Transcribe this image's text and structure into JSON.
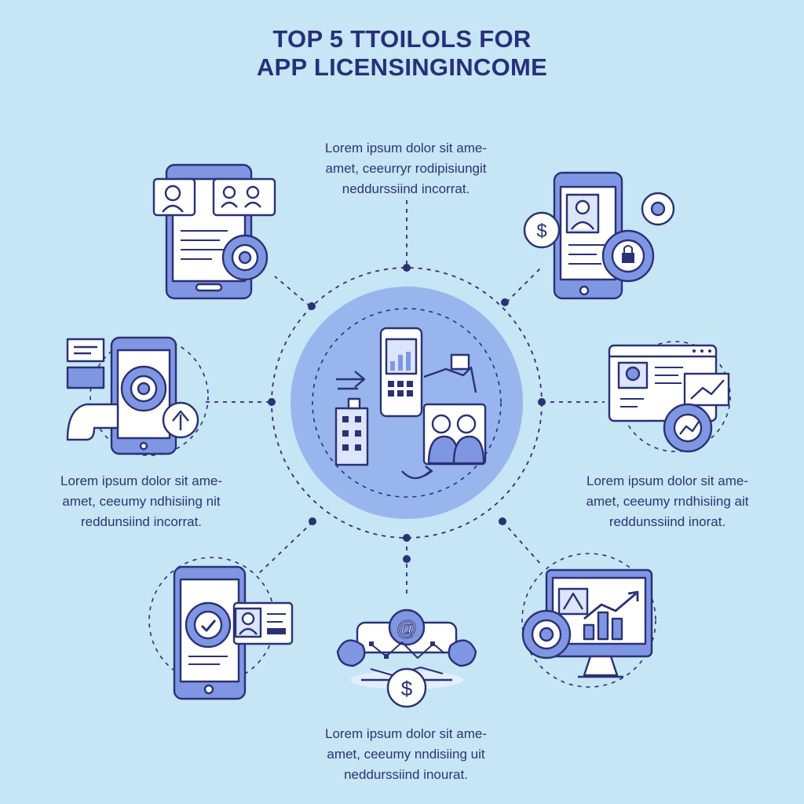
{
  "title": {
    "line1": "TOP 5 TTOILOLS FOR",
    "line2": "APP LICENSINGINCOME"
  },
  "blurbs": {
    "top": [
      "Lorem ipsum dolor sit ame-",
      "amet, ceeurryr rodipisiungit",
      "neddurssiind incorrat."
    ],
    "left": [
      "Lorem ipsum dolor sit ame-",
      "amet, ceeumy ndhisiing nit",
      "reddunsiind incorrat."
    ],
    "right": [
      "Lorem ipsum dolor sit ame-",
      "amet,  ceeumy rndhisiing ait",
      "reddunssiind inorat."
    ],
    "bottom": [
      "Lorem ipsum dolor sit ame-",
      "amet, ceeumy nndisiing uit",
      "neddurssiind inourat."
    ]
  },
  "icons": {
    "center": "business-workflow-icon",
    "top_left": "mobile-profile-settings-icon",
    "top_right": "mobile-licensing-payment-icon",
    "left": "mobile-settings-upload-icon",
    "right": "browser-analytics-icon",
    "bottom_left": "mobile-verified-profile-icon",
    "bottom": "email-payment-network-icon",
    "bottom_right": "monitor-growth-chart-icon"
  },
  "colors": {
    "background": "#c6e5f5",
    "ink": "#2a3175",
    "accent": "#7f96e3",
    "center_circle": "#98b5ee",
    "panel": "#ffffff"
  }
}
